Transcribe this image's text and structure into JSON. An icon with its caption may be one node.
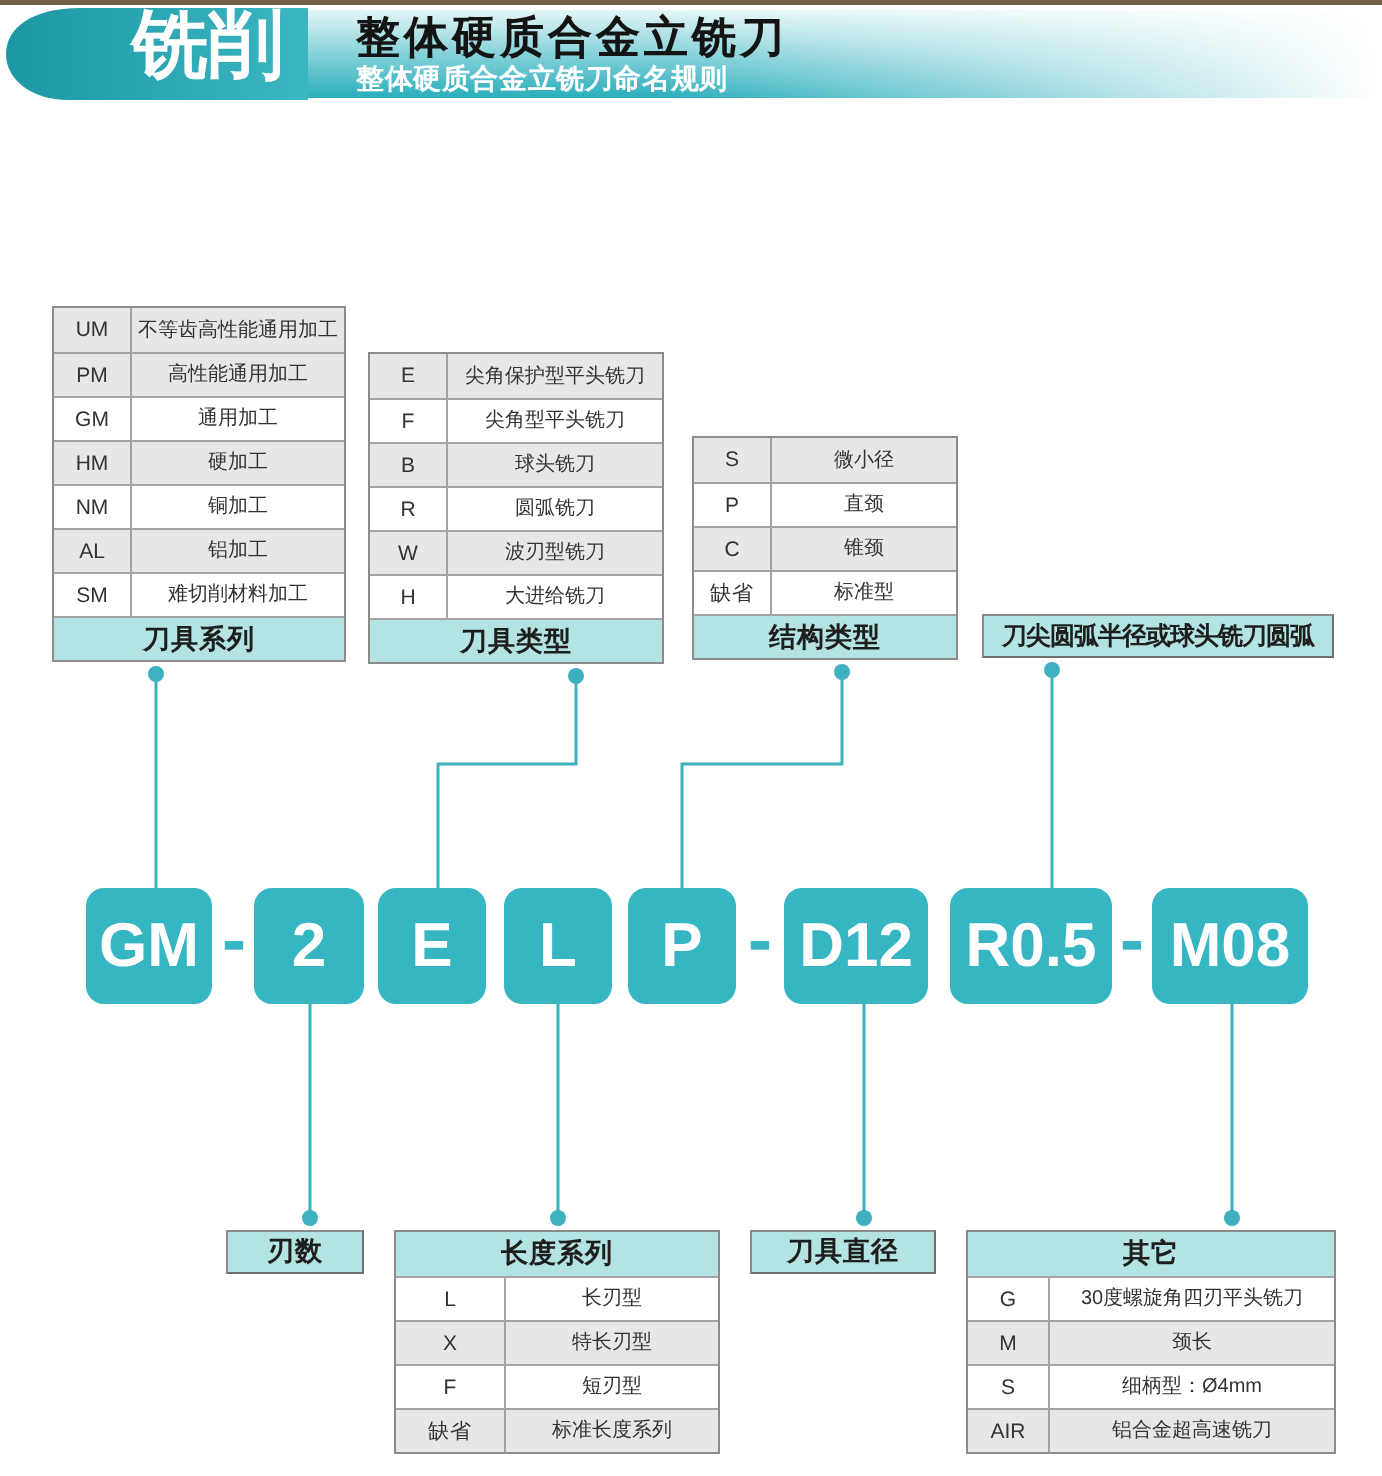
{
  "diagram": {
    "title": "整体硬质合金立铣刀",
    "nodes": [
      {
        "text": [
          "刀具系列"
        ]
      },
      {
        "text": [
          "UM",
          "不等齿高性能通用加工"
        ],
        "in": 0
      },
      {
        "text": [
          "PM",
          "高性能通用加工"
        ],
        "in": 0
      },
      {
        "text": [
          "GM",
          "通用加工"
        ],
        "in": 0
      },
      {
        "text": [
          "HM",
          "硬加工"
        ],
        "in": 0
      },
      {
        "text": [
          "NM",
          "铜加工"
        ],
        "in": 0
      },
      {
        "text": [
          "AL",
          "铝加工"
        ],
        "in": 0
      },
      {
        "text": [
          "SM",
          "难切削材料加工"
        ],
        "in": 0
      },
      {
        "text": [
          "刀具类型"
        ]
      },
      {
        "text": [
          "E",
          "尖角保护型平头铣刀"
        ],
        "in": 8
      },
      {
        "text": [
          "F",
          "尖角型平头铣刀"
        ],
        "in": 8
      },
      {
        "text": [
          "B",
          "球头铣刀"
        ],
        "in": 8
      },
      {
        "text": [
          "R",
          "圆弧铣刀"
        ],
        "in": 8
      },
      {
        "text": [
          "W",
          "波刃型铣刀"
        ],
        "in": 8
      },
      {
        "text": [
          "H",
          "大进给铣刀"
        ],
        "in": 8
      },
      {
        "text": [
          "结构类型"
        ]
      },
      {
        "text": [
          "S",
          "微小径"
        ],
        "in": 15
      },
      {
        "text": [
          "P",
          "直颈"
        ],
        "in": 15
      },
      {
        "text": [
          "C",
          "锥颈"
        ],
        "in": 15
      },
      {
        "text": [
          "缺省",
          "标准型"
        ],
        "in": 15
      },
      {
        "text": [
          "刀尖圆弧半径或球头铣刀圆弧"
        ]
      },
      {
        "text": [
          "GM"
        ]
      },
      {
        "text": [
          "2"
        ]
      },
      {
        "text": [
          "E"
        ]
      },
      {
        "text": [
          "L"
        ]
      },
      {
        "text": [
          "P"
        ]
      },
      {
        "text": [
          "D12"
        ]
      },
      {
        "text": [
          "R0.5"
        ]
      },
      {
        "text": [
          "M08"
        ]
      },
      {
        "text": [
          "刃数"
        ]
      },
      {
        "text": [
          "长度系列"
        ]
      },
      {
        "text": [
          "L",
          "长刃型"
        ],
        "in": 30
      },
      {
        "text": [
          "X",
          "特长刃型"
        ],
        "in": 30
      },
      {
        "text": [
          "F",
          "短刃型"
        ],
        "in": 30
      },
      {
        "text": [
          "缺省",
          "标准长度系列"
        ],
        "in": 30
      },
      {
        "text": [
          "刀具直径"
        ]
      },
      {
        "text": [
          "其它"
        ]
      },
      {
        "text": [
          "G",
          "30度螺旋角四刃平头铣刀"
        ],
        "in": 36
      },
      {
        "text": [
          "M",
          "颈长"
        ],
        "in": 36
      },
      {
        "text": [
          "S",
          "细柄型：Ø4mm"
        ],
        "in": 36
      },
      {
        "text": [
          "AIR",
          "铝合金超高速铣刀"
        ],
        "in": 36
      }
    ],
    "edges": [
      {
        "from": 21,
        "to": 0,
        "arrow": "other"
      },
      {
        "from": 23,
        "to": 8,
        "arrow": "other"
      },
      {
        "from": 25,
        "to": 15,
        "arrow": "other"
      },
      {
        "from": 27,
        "to": 20,
        "arrow": "other"
      },
      {
        "from": 22,
        "to": 29,
        "arrow": "other"
      },
      {
        "from": 24,
        "to": 30,
        "arrow": "other"
      },
      {
        "from": 26,
        "to": 35,
        "arrow": "other"
      },
      {
        "from": 28,
        "to": 36,
        "arrow": "other"
      }
    ],
    "labels": [
      "铣削",
      "整体硬质合金立铣刀命名规则",
      "-",
      "-",
      "-"
    ]
  }
}
